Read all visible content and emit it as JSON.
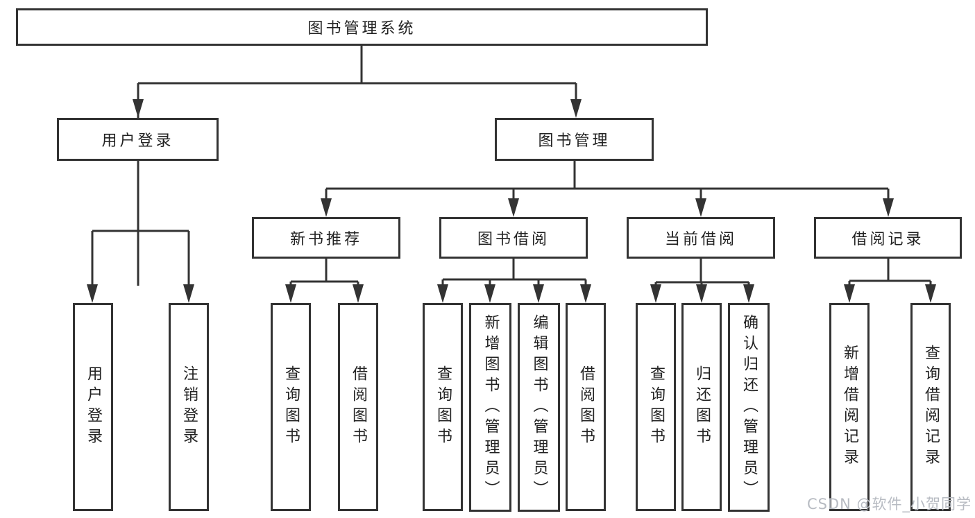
{
  "colors": {
    "line": "#333333",
    "text": "#222222",
    "box_bg": "#ffffff",
    "watermark": "#b7bbc2"
  },
  "diagram": {
    "root": "图书管理系统",
    "branches": [
      {
        "label": "用户登录",
        "children": [
          "用户登录",
          "注销登录"
        ]
      },
      {
        "label": "图书管理",
        "groups": [
          {
            "label": "新书推荐",
            "children": [
              "查询图书",
              "借阅图书"
            ]
          },
          {
            "label": "图书借阅",
            "children": [
              "查询图书",
              "新增图书（管理员）",
              "编辑图书（管理员）",
              "借阅图书"
            ]
          },
          {
            "label": "当前借阅",
            "children": [
              "查询图书",
              "归还图书",
              "确认归还（管理员）"
            ]
          },
          {
            "label": "借阅记录",
            "children": [
              "新增借阅记录",
              "查询借阅记录"
            ]
          }
        ]
      }
    ]
  },
  "watermark": {
    "text": "CSDN @软件_小贺同学"
  }
}
